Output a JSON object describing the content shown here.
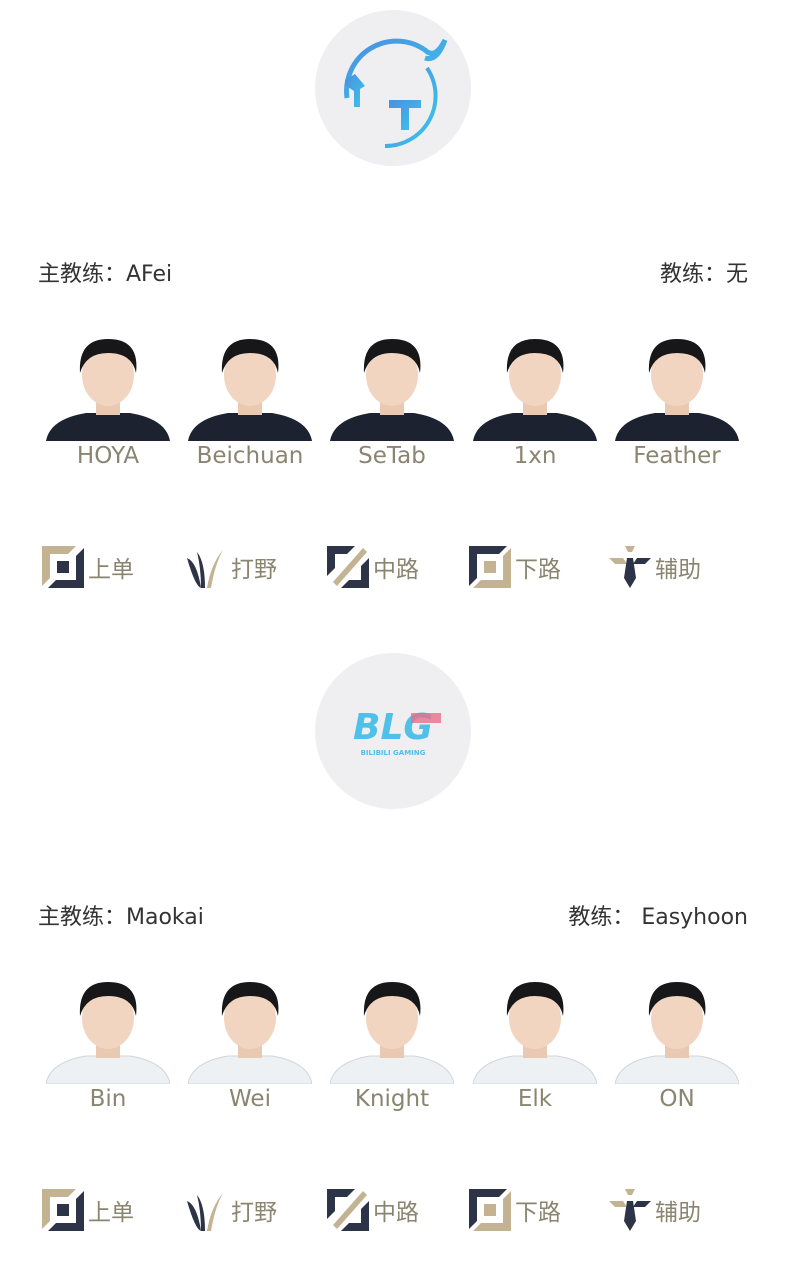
{
  "teams": [
    {
      "logo": "TT team logo",
      "head_coach": "主教练：AFei",
      "coach": "教练：无",
      "shirt_color": "#1c2230",
      "players": [
        {
          "name": "HOYA"
        },
        {
          "name": "Beichuan"
        },
        {
          "name": "SeTab"
        },
        {
          "name": "1xn"
        },
        {
          "name": "Feather"
        }
      ],
      "roles": [
        {
          "icon": "top-lane-icon",
          "label": "上单"
        },
        {
          "icon": "jungle-icon",
          "label": "打野"
        },
        {
          "icon": "mid-lane-icon",
          "label": "中路"
        },
        {
          "icon": "bot-lane-icon",
          "label": "下路"
        },
        {
          "icon": "support-icon",
          "label": "辅助"
        }
      ]
    },
    {
      "logo": "BLG",
      "logo_sub": "BILIBILI GAMING",
      "head_coach": "主教练：Maokai",
      "coach": "教练：  Easyhoon",
      "shirt_color": "#eef1f4",
      "players": [
        {
          "name": "Bin"
        },
        {
          "name": "Wei"
        },
        {
          "name": "Knight"
        },
        {
          "name": "Elk"
        },
        {
          "name": "ON"
        }
      ],
      "roles": [
        {
          "icon": "top-lane-icon",
          "label": "上单"
        },
        {
          "icon": "jungle-icon",
          "label": "打野"
        },
        {
          "icon": "mid-lane-icon",
          "label": "中路"
        },
        {
          "icon": "bot-lane-icon",
          "label": "下路"
        },
        {
          "icon": "support-icon",
          "label": "辅助"
        }
      ]
    }
  ],
  "colors": {
    "gold": "#c4b393",
    "navy": "#2e3447",
    "text": "#8a8571",
    "tt_blue": "#3aa6e6",
    "blg_blue": "#4fc0e8",
    "blg_pink": "#e86f8a"
  }
}
